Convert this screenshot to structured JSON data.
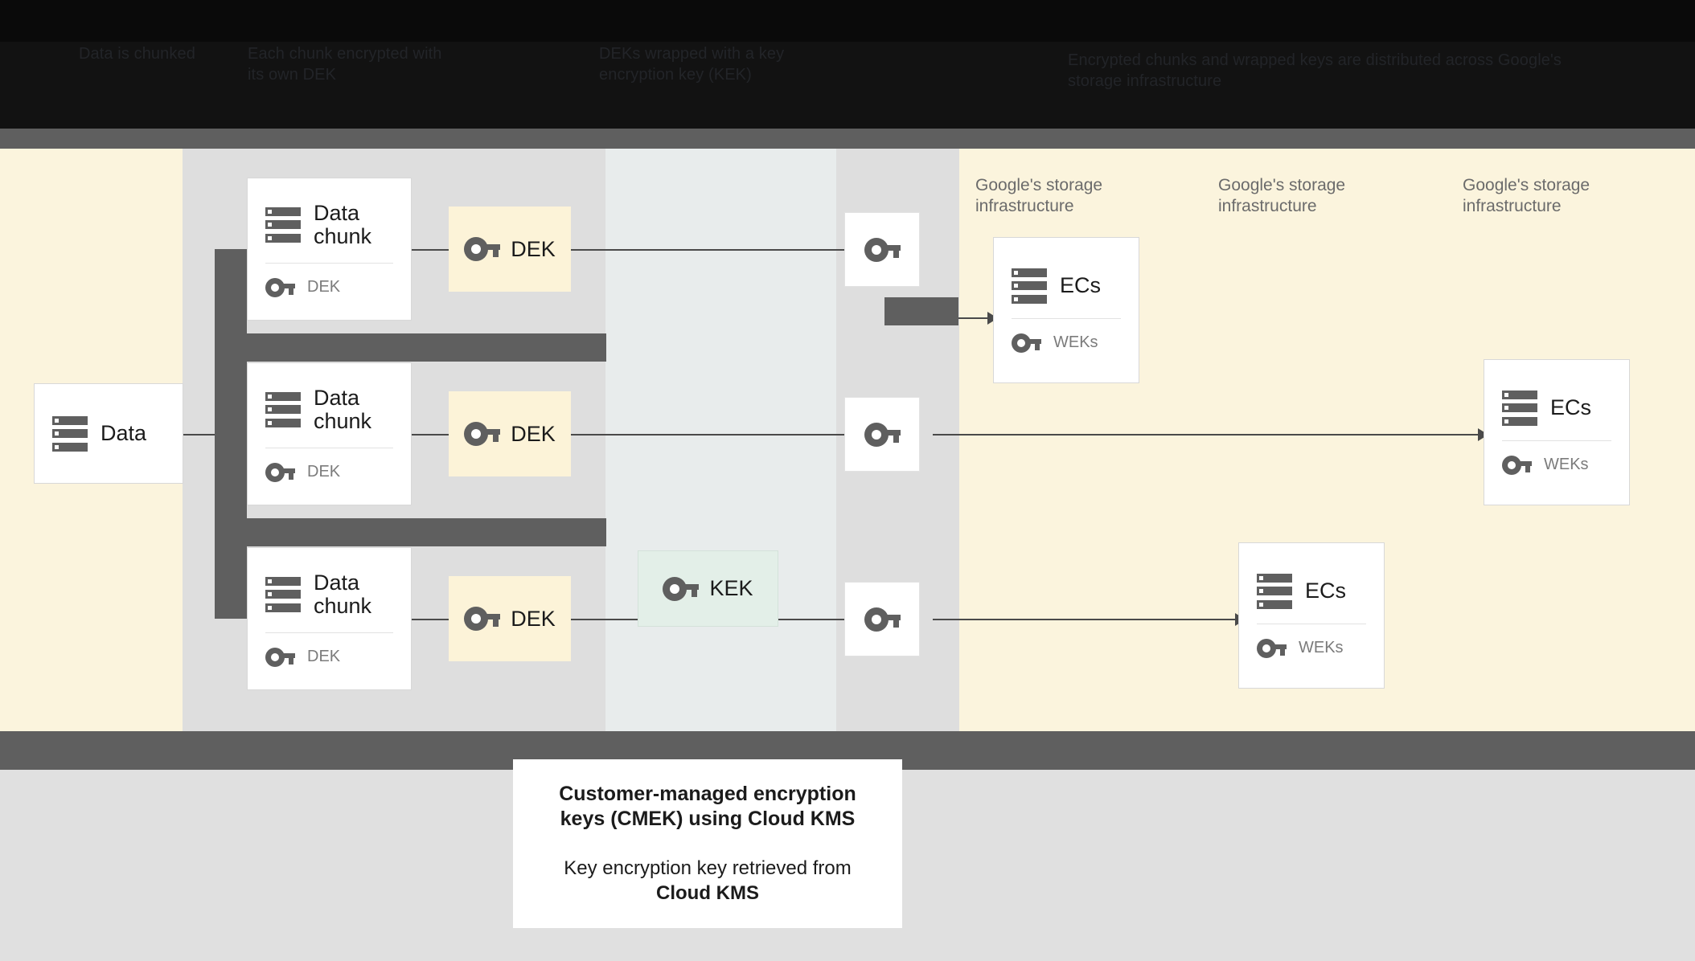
{
  "header": {
    "columns": [
      {
        "text": "Data is chunked"
      },
      {
        "text": "Each chunk encrypted with its own DEK"
      },
      {
        "text": "DEKs wrapped with a key encryption key (KEK)"
      },
      {
        "text": "Encrypted chunks and wrapped keys are distributed across Google's storage infrastructure"
      }
    ]
  },
  "diagram": {
    "source": {
      "label": "Data",
      "icon": "server-icon"
    },
    "chunks": [
      {
        "title": "Data chunk",
        "key_label": "DEK",
        "icon": "server-icon",
        "key_icon": "key-icon"
      },
      {
        "title": "Data chunk",
        "key_label": "DEK",
        "icon": "server-icon",
        "key_icon": "key-icon"
      },
      {
        "title": "Data chunk",
        "key_label": "DEK",
        "icon": "server-icon",
        "key_icon": "key-icon"
      }
    ],
    "deks": [
      {
        "label": "DEK",
        "icon": "key-icon"
      },
      {
        "label": "DEK",
        "icon": "key-icon"
      },
      {
        "label": "DEK",
        "icon": "key-icon"
      }
    ],
    "kek": {
      "label": "KEK",
      "icon": "key-icon"
    },
    "wrapped_keys": [
      {
        "icon": "key-icon"
      },
      {
        "icon": "key-icon"
      },
      {
        "icon": "key-icon"
      }
    ],
    "storage_labels": [
      {
        "text": "Google's storage infrastructure"
      },
      {
        "text": "Google's storage infrastructure"
      },
      {
        "text": "Google's storage infrastructure"
      }
    ],
    "storage_cards": [
      {
        "title": "ECs",
        "key_label": "WEKs",
        "icon": "server-icon",
        "key_icon": "key-icon"
      },
      {
        "title": "ECs",
        "key_label": "WEKs",
        "icon": "server-icon",
        "key_icon": "key-icon"
      },
      {
        "title": "ECs",
        "key_label": "WEKs",
        "icon": "server-icon",
        "key_icon": "key-icon"
      }
    ]
  },
  "caption": {
    "title": "Customer-managed encryption keys (CMEK) using Cloud KMS",
    "subtitle_line1": "Key encryption key retrieved from",
    "subtitle_line2": "Cloud KMS"
  },
  "colors": {
    "cream": "#fbf4dd",
    "chip_cream": "#fcf3d8",
    "mint": "#e3efe8",
    "band_gray": "#dedede",
    "band_bluegray": "#e8ecec",
    "dark_gray": "#5f5f5f",
    "bottom_gray": "#e0e0e0",
    "line": "#4a4a4a"
  }
}
